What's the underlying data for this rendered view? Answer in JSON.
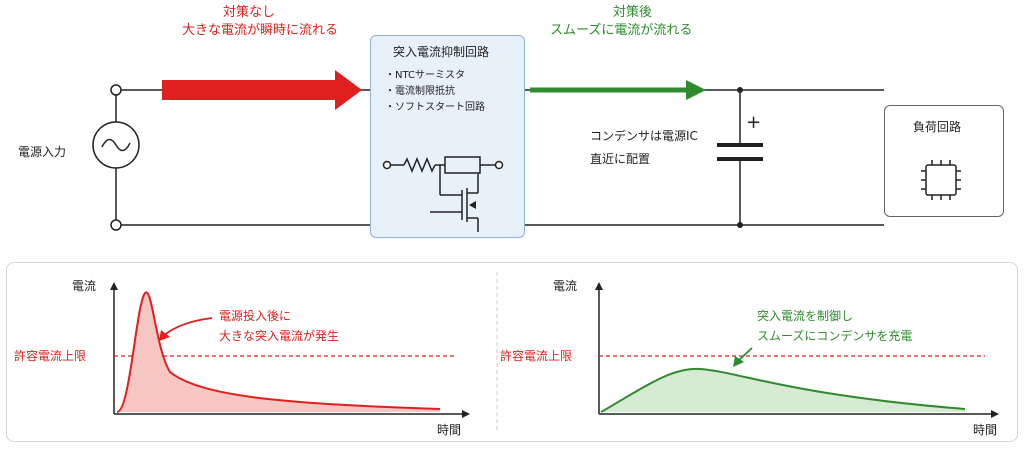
{
  "top": {
    "before": {
      "title": "対策なし",
      "desc": "大きな電流が瞬時に流れる"
    },
    "after": {
      "title": "対策後",
      "desc": "スムーズに電流が流れる"
    }
  },
  "circuit": {
    "source_label": "電源入力",
    "inrush_box": {
      "title": "突入電流抑制回路",
      "items": [
        "・NTCサーミスタ",
        "・電流制限抵抗",
        "・ソフトスタート回路"
      ]
    },
    "capacitor_plus": "+",
    "capacitor_note": [
      "コンデンサは電源IC",
      "直近に配置"
    ],
    "load_label": "負荷回路"
  },
  "graphs": {
    "left": {
      "y_label": "電流",
      "x_label": "時間",
      "limit_label": "許容電流上限",
      "annotation": [
        "電源投入後に",
        "大きな突入電流が発生"
      ]
    },
    "right": {
      "y_label": "電流",
      "x_label": "時間",
      "limit_label": "許容電流上限",
      "annotation": [
        "突入電流を制御し",
        "スムーズにコンデンサを充電"
      ]
    }
  },
  "colors": {
    "red": "#e0201e",
    "green": "#2e8b2e",
    "box_fill": "#e8f0fa",
    "box_border": "#8fb0d8"
  }
}
